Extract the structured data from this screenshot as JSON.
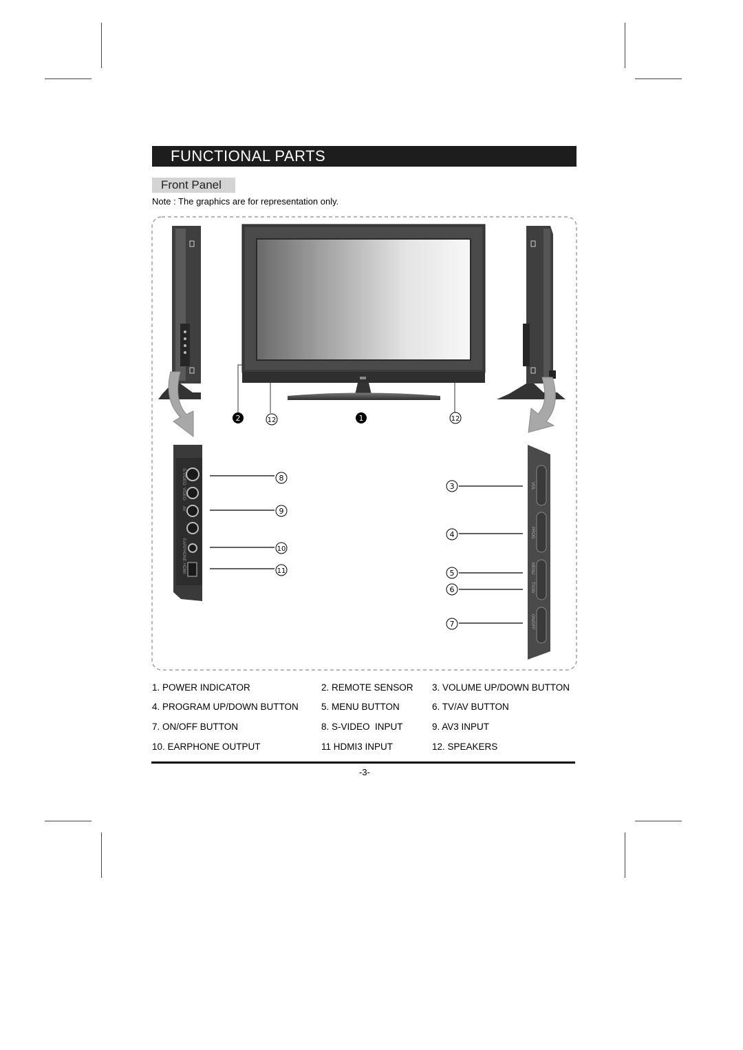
{
  "header": {
    "title": "FUNCTIONAL PARTS"
  },
  "section": {
    "label": "Front Panel"
  },
  "note": "Note : The graphics are for representation only.",
  "callouts": {
    "c1": "1",
    "c2": "2",
    "c3": "3",
    "c4": "4",
    "c5": "5",
    "c6": "6",
    "c7": "7",
    "c8": "8",
    "c9": "9",
    "c10": "10",
    "c11": "11",
    "c12": "12"
  },
  "panel_labels": {
    "vol": "VOL",
    "prog": "PROG",
    "menu": "MENU",
    "tvav": "TV/AV",
    "onoff": "ON/OFF",
    "svideo": "S-VIDEO",
    "video": "VIDEO",
    "av": "AV",
    "earphone": "EARPHONE",
    "hdmi": "HDMI"
  },
  "parts": [
    {
      "row": [
        "1. POWER INDICATOR",
        "2. REMOTE SENSOR",
        "3. VOLUME UP/DOWN BUTTON"
      ]
    },
    {
      "row": [
        "4. PROGRAM UP/DOWN BUTTON",
        "5. MENU BUTTON",
        "6. TV/AV BUTTON"
      ]
    },
    {
      "row": [
        "7. ON/OFF BUTTON",
        "8. S-VIDEO  INPUT",
        "9. AV3 INPUT"
      ]
    },
    {
      "row": [
        "10. EARPHONE OUTPUT",
        "11 HDMI3 INPUT",
        "12. SPEAKERS"
      ]
    }
  ],
  "footer": {
    "page_number": "-3-"
  },
  "colors": {
    "header_bg": "#1d1d1d",
    "tab_bg": "#d4d4d4",
    "arrow": "#a8a8a8"
  }
}
